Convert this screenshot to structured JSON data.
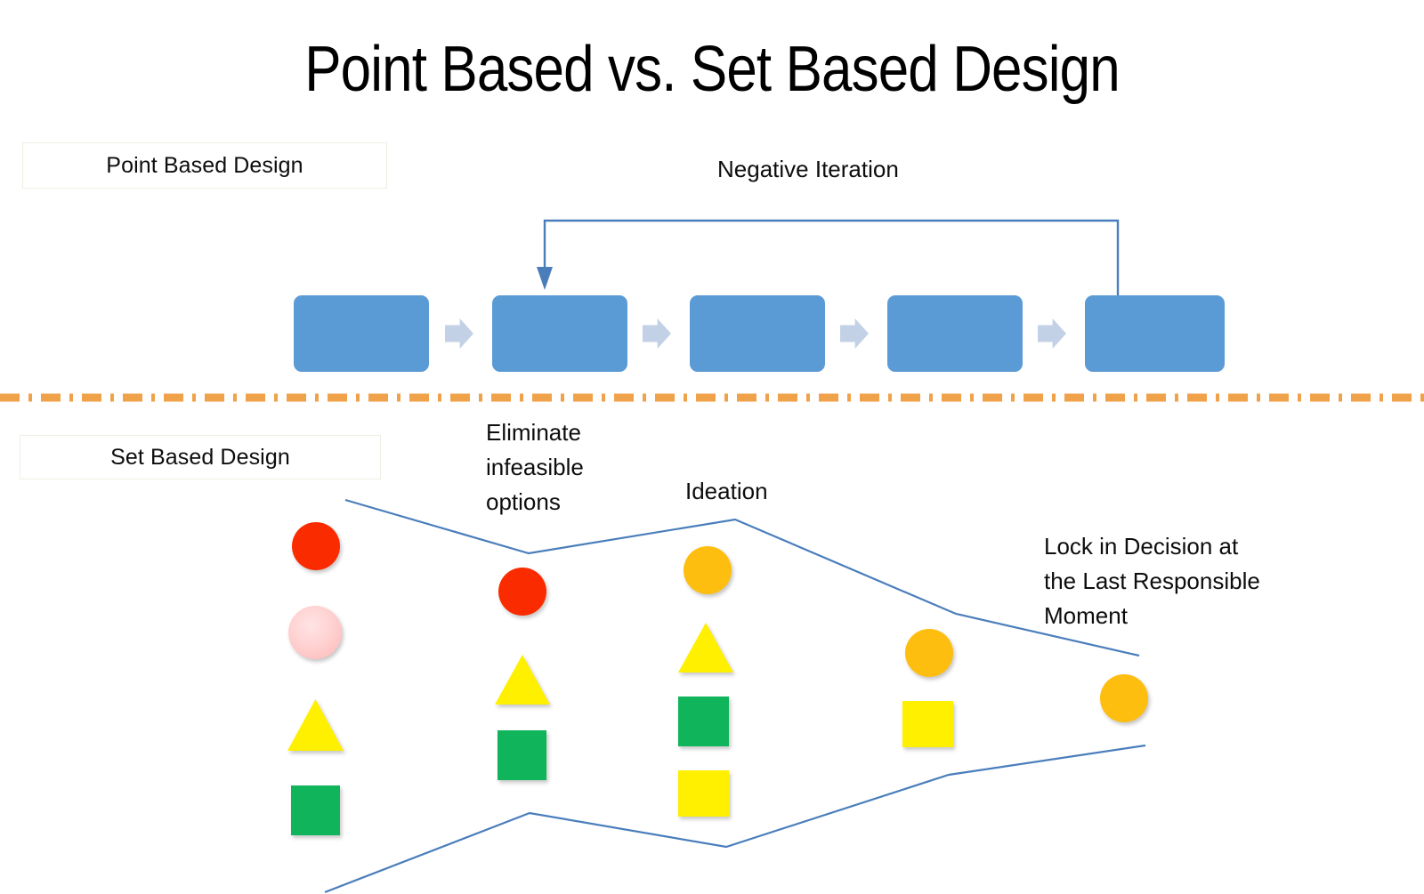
{
  "slide": {
    "title": "Point Based vs. Set Based Design",
    "background_color": "#FFFFFF"
  },
  "colors": {
    "process_box": "#5B9BD5",
    "chevron": "#C3D1E6",
    "connector_line": "#4A7EBB",
    "divider_dash": "#F0A24A",
    "chip_border": "#EFEDE3",
    "red": "#FB2B00",
    "pink": "#FCD3D3",
    "yellow": "#FFF000",
    "green": "#10B45A",
    "orange": "#FDBE10",
    "text": "#0D0D0D"
  },
  "sections": {
    "point_based": {
      "chip_label": "Point Based Design",
      "loop_label": "Negative Iteration",
      "process_steps": [
        {
          "index": 1,
          "label": ""
        },
        {
          "index": 2,
          "label": ""
        },
        {
          "index": 3,
          "label": ""
        },
        {
          "index": 4,
          "label": ""
        },
        {
          "index": 5,
          "label": ""
        }
      ]
    },
    "set_based": {
      "chip_label": "Set Based Design",
      "annotations": [
        {
          "id": "eliminate",
          "text": "Eliminate\ninfeasible\noptions"
        },
        {
          "id": "ideation",
          "text": "Ideation"
        },
        {
          "id": "lock-in",
          "text": "Lock in Decision at\nthe Last Responsible\nMoment"
        }
      ],
      "option_columns": [
        {
          "stage": 1,
          "shapes": [
            {
              "type": "circle",
              "color": "red"
            },
            {
              "type": "circle",
              "color": "pink"
            },
            {
              "type": "triangle",
              "color": "yellow"
            },
            {
              "type": "square",
              "color": "green"
            }
          ]
        },
        {
          "stage": 2,
          "shapes": [
            {
              "type": "circle",
              "color": "red"
            },
            {
              "type": "triangle",
              "color": "yellow"
            },
            {
              "type": "square",
              "color": "green"
            }
          ]
        },
        {
          "stage": 3,
          "shapes": [
            {
              "type": "circle",
              "color": "orange"
            },
            {
              "type": "triangle",
              "color": "yellow"
            },
            {
              "type": "square",
              "color": "green"
            },
            {
              "type": "square",
              "color": "yellow"
            }
          ]
        },
        {
          "stage": 4,
          "shapes": [
            {
              "type": "circle",
              "color": "orange"
            },
            {
              "type": "square",
              "color": "yellow"
            }
          ]
        },
        {
          "stage": 5,
          "shapes": [
            {
              "type": "circle",
              "color": "orange"
            }
          ]
        }
      ]
    }
  }
}
